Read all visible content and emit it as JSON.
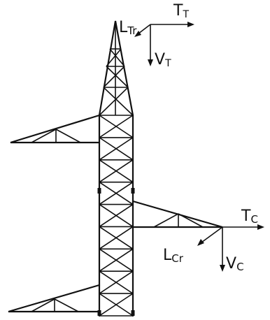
{
  "labels": {
    "top_longitudinal": {
      "main": "L",
      "sub": "Tr"
    },
    "top_transverse": {
      "main": "T",
      "sub": "T"
    },
    "top_vertical": {
      "main": "V",
      "sub": "T"
    },
    "cond_transverse": {
      "main": "T",
      "sub": "C"
    },
    "cond_longitudinal": {
      "main": "L",
      "sub": "Cr"
    },
    "cond_vertical": {
      "main": "V",
      "sub": "C"
    }
  },
  "line_color": "#111111"
}
